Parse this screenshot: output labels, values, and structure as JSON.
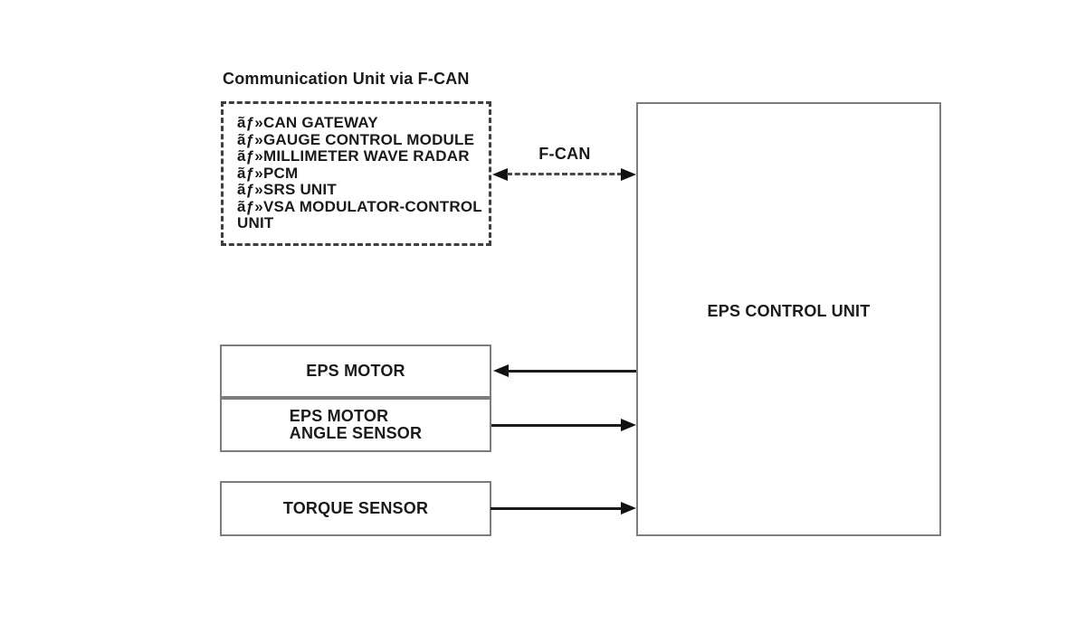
{
  "comm_unit": {
    "title": "Communication Unit via F-CAN",
    "items": [
      "ãƒ»CAN GATEWAY",
      "ãƒ»GAUGE CONTROL MODULE",
      "ãƒ»MILLIMETER WAVE RADAR",
      "ãƒ»PCM",
      "ãƒ»SRS UNIT",
      "ãƒ»VSA MODULATOR-CONTROL UNIT"
    ]
  },
  "bus": {
    "label": "F-CAN"
  },
  "blocks": {
    "eps_control_unit": "EPS CONTROL UNIT",
    "eps_motor": "EPS MOTOR",
    "eps_motor_angle_sensor": "EPS MOTOR\nANGLE SENSOR",
    "torque_sensor": "TORQUE SENSOR"
  },
  "connections": {
    "fcan": "bidirectional-dashed",
    "eps_motor": "from-eps-control-unit",
    "eps_motor_angle_sensor": "to-eps-control-unit",
    "torque_sensor": "to-eps-control-unit"
  },
  "colors": {
    "background": "#ffffff",
    "text": "#1a1a1a",
    "box_border": "#7d7d7d",
    "dashed_border": "#3f3f3f",
    "arrow": "#111111"
  }
}
